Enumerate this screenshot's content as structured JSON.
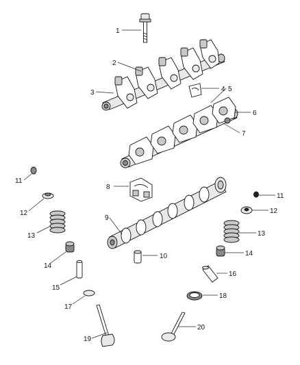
{
  "callouts": [
    "1",
    "2",
    "3",
    "4",
    "5",
    "6",
    "7",
    "8",
    "9",
    "10",
    "11",
    "11",
    "12",
    "12",
    "13",
    "13",
    "14",
    "14",
    "15",
    "16",
    "17",
    "18",
    "19",
    "20"
  ],
  "part_names": {
    "1": "bolt-icon",
    "2": "rocker-shaft-assembly-icon",
    "3": "rocker-arm-icon",
    "4": "shaft-clip-icon",
    "5": "rocker-arm-icon",
    "6": "rocker-shaft-assembly-icon",
    "7": "rocker-arm-icon",
    "8": "camshaft-bearing-cap-icon",
    "9": "camshaft-icon",
    "10": "dowel-pin-icon",
    "11": "valve-keeper-icon",
    "12": "spring-retainer-icon",
    "13": "valve-spring-icon",
    "14": "valve-stem-seal-icon",
    "15": "valve-guide-icon",
    "16": "valve-guide-icon",
    "17": "spring-seat-icon",
    "18": "valve-seat-insert-icon",
    "19": "intake-valve-icon",
    "20": "exhaust-valve-icon"
  }
}
